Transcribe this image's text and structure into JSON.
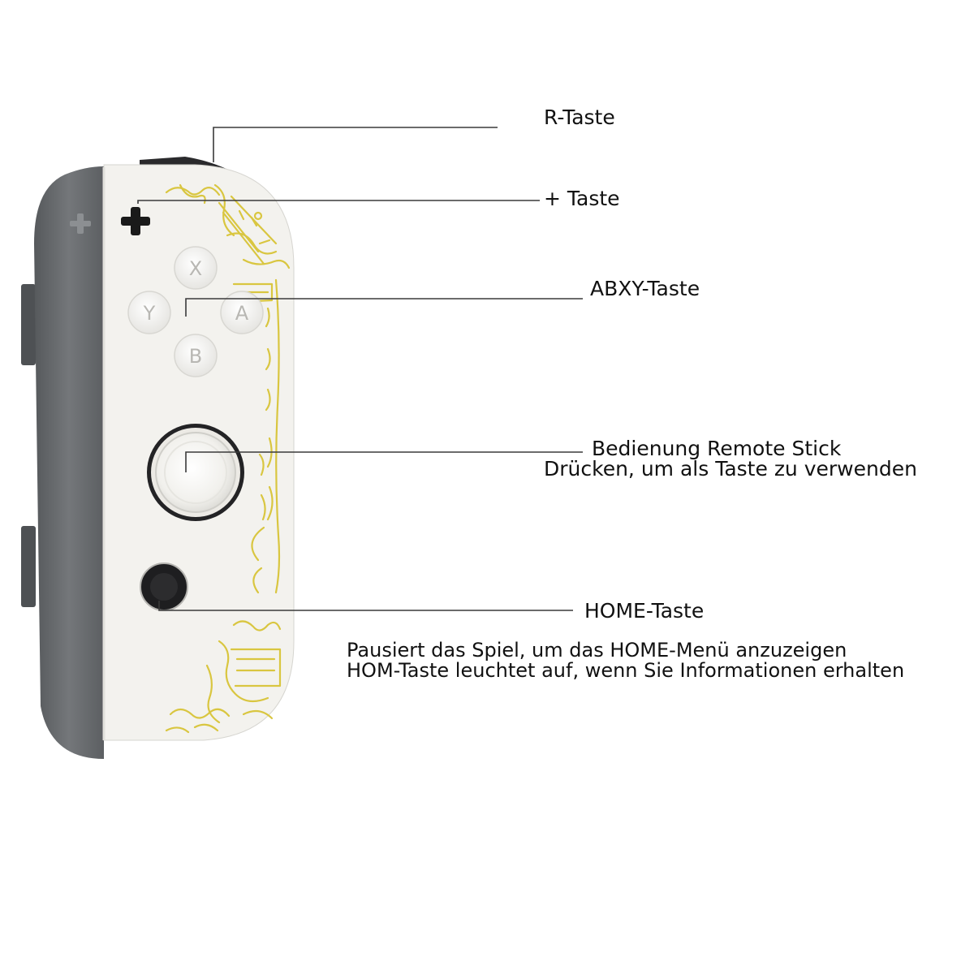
{
  "labels": {
    "r_button": "R-Taste",
    "plus_button": "+ Taste",
    "abxy_buttons": "ABXY-Taste",
    "stick_title": "Bedienung Remote Stick",
    "stick_description": "Drücken, um als Taste zu verwenden",
    "home_button": "HOME-Taste",
    "home_description_line1": "Pausiert das Spiel, um das HOME-Menü anzuzeigen",
    "home_description_line2": "HOM-Taste leuchtet auf, wenn Sie Informationen erhalten"
  },
  "controller": {
    "buttons": {
      "x": "X",
      "y": "Y",
      "a": "A",
      "b": "B"
    },
    "rail_plus_symbol": "+",
    "body_color": "#f3f2ee",
    "rail_color": "#66696c",
    "accent_color": "#d9c640"
  }
}
